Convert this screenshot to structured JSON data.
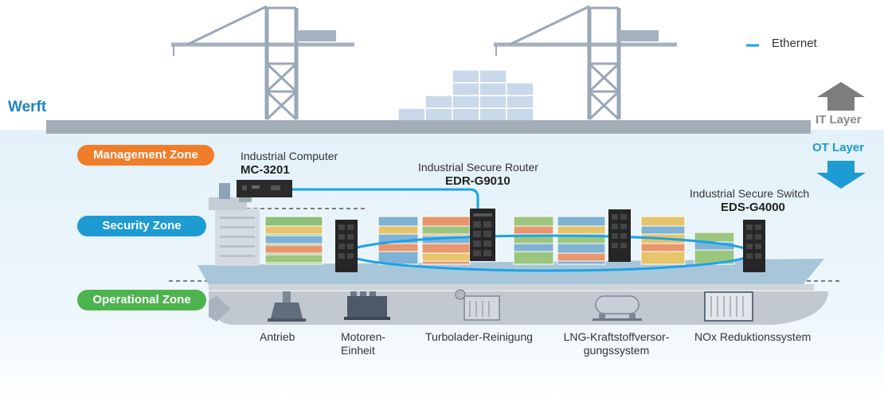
{
  "legend": {
    "ethernet_label": "Ethernet",
    "ethernet_color": "#1aa3e8"
  },
  "site_label": "Werft",
  "layers": {
    "it_label": "IT Layer",
    "ot_label": "OT Layer"
  },
  "zones": {
    "management": {
      "label": "Management Zone",
      "color": "#ef7d29"
    },
    "security": {
      "label": "Security Zone",
      "color": "#1d9bd3"
    },
    "operational": {
      "label": "Operational Zone",
      "color": "#4cb34d"
    }
  },
  "devices": {
    "computer": {
      "name": "Industrial Computer",
      "model": "MC-3201"
    },
    "router": {
      "name": "Industrial Secure Router",
      "model": "EDR-G9010"
    },
    "switch": {
      "name": "Industrial Secure Switch",
      "model": "EDS-G4000"
    }
  },
  "equipment": {
    "propulsion": {
      "label": "Antrieb"
    },
    "engine": {
      "line1": "Motoren-",
      "line2": "Einheit"
    },
    "turbo": {
      "label": "Turbolader-Reinigung"
    },
    "lng": {
      "line1": "LNG-Kraftstoffversor-",
      "line2": "gungssystem"
    },
    "nox": {
      "label": "NOx Reduktionssystem"
    }
  }
}
